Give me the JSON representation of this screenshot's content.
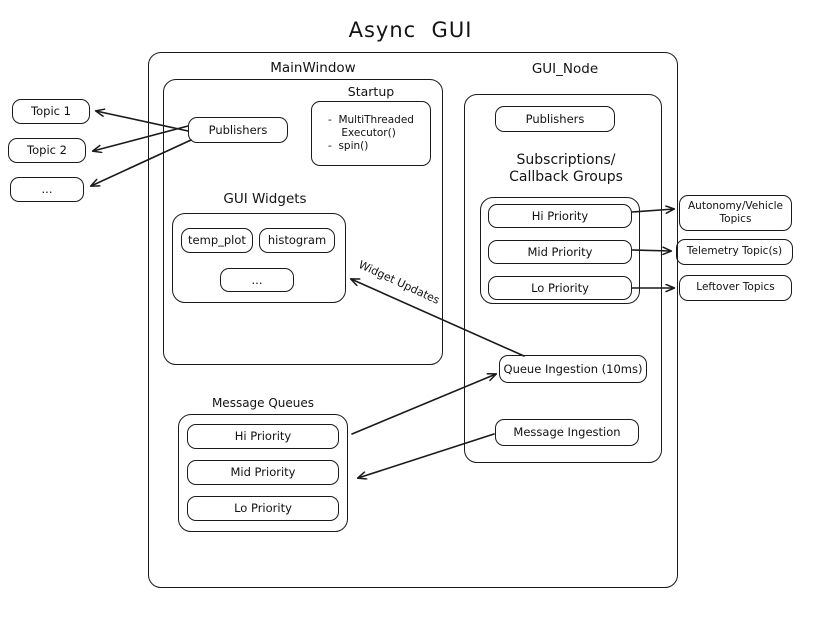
{
  "diagram": {
    "title": "Async  GUI",
    "background": "#ffffff",
    "stroke": "#1a1a1a"
  },
  "external_topics": [
    {
      "label": "Topic 1"
    },
    {
      "label": "Topic 2"
    },
    {
      "label": "..."
    }
  ],
  "right_topics": [
    {
      "label": "Autonomy/Vehicle\nTopics"
    },
    {
      "label": "Telemetry Topic(s)"
    },
    {
      "label": "Leftover Topics"
    }
  ],
  "main_window": {
    "title": "MainWindow",
    "publishers": {
      "label": "Publishers"
    },
    "startup": {
      "title": "Startup",
      "body": "-  MultiThreaded\n    Executor()\n-  spin()"
    },
    "gui_widgets": {
      "title": "GUI Widgets",
      "widgets": [
        {
          "label": "temp_plot"
        },
        {
          "label": "histogram"
        },
        {
          "label": "..."
        }
      ]
    }
  },
  "gui_node": {
    "title": "GUI_Node",
    "publishers": {
      "label": "Publishers"
    },
    "subscriptions": {
      "title": "Subscriptions/\nCallback Groups",
      "groups": [
        {
          "label": "Hi Priority"
        },
        {
          "label": "Mid Priority"
        },
        {
          "label": "Lo Priority"
        }
      ]
    },
    "queue_ingestion": {
      "label": "Queue Ingestion (10ms)"
    },
    "message_ingestion": {
      "label": "Message Ingestion"
    }
  },
  "message_queues": {
    "title": "Message Queues",
    "queues": [
      {
        "label": "Hi Priority"
      },
      {
        "label": "Mid Priority"
      },
      {
        "label": "Lo Priority"
      }
    ]
  },
  "edge_labels": {
    "widget_updates": "Widget Updates"
  }
}
